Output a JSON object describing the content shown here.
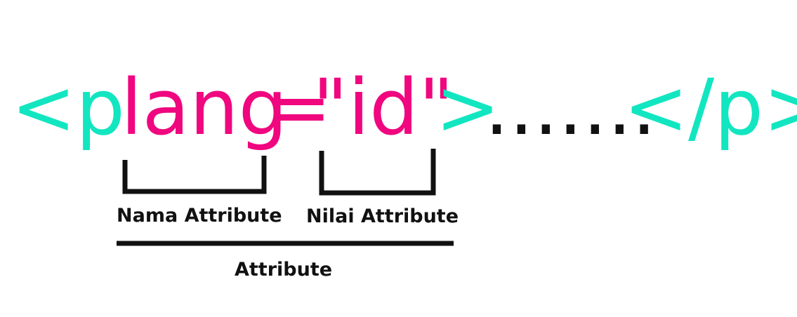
{
  "code": {
    "open_tag_start": "<p",
    "attr_name": "lang",
    "equals": "=",
    "attr_value": "\"id\"",
    "open_tag_end": ">",
    "content_dots": ".......",
    "close_tag": "</p>"
  },
  "labels": {
    "attr_name_label": "Nama Attribute",
    "attr_value_label": "Nilai Attribute",
    "attribute_label": "Attribute"
  },
  "colors": {
    "tag": "#12e6c0",
    "attribute": "#f0067f",
    "content": "#111111",
    "bracket": "#111111"
  }
}
